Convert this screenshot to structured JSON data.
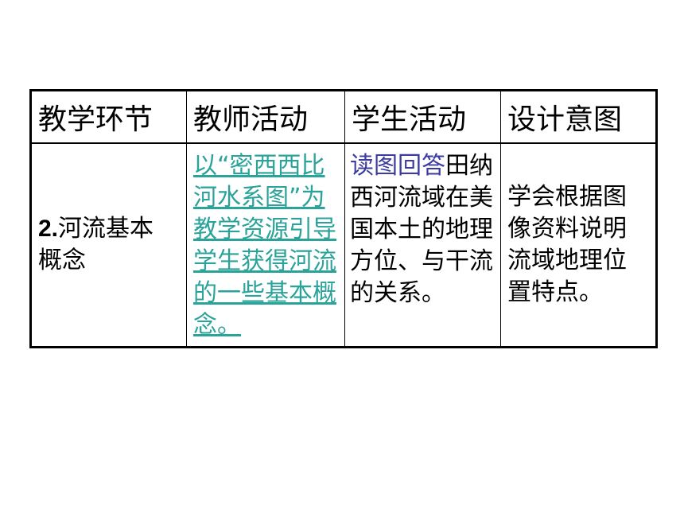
{
  "table": {
    "headers": [
      "教学环节",
      "教师活动",
      "学生活动",
      "设计意图"
    ],
    "stage": {
      "number": "2.",
      "text": "河流基本概念"
    },
    "teacher_activity": "以“密西西比河水系图”为教学资源引导学生获得河流的一些基本概念。",
    "student_activity": {
      "highlight": "读图回答",
      "text": "田纳西河流域在美国本土的地理方位、与干流的关系。"
    },
    "design_intent": "学会根据图像资料说明流域地理位置特点。"
  }
}
